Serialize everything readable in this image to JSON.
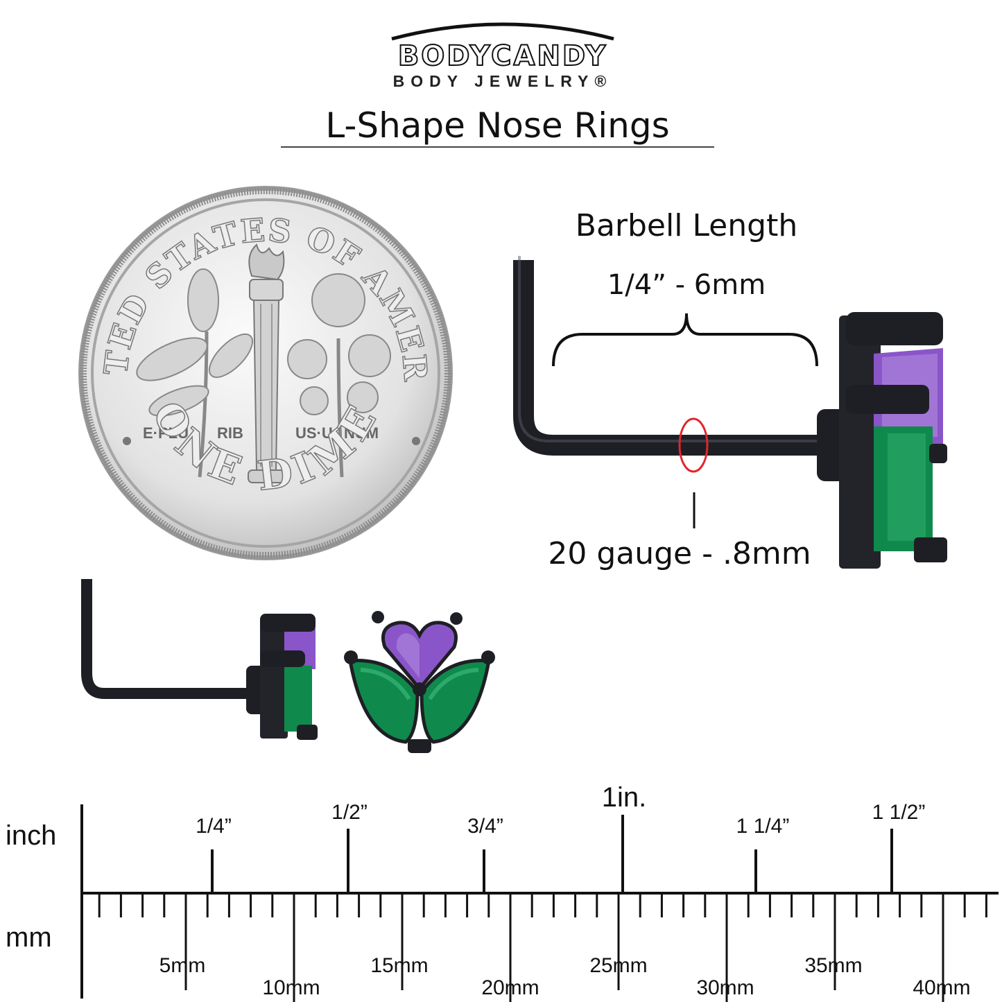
{
  "brand": {
    "name": "BODYCANDY",
    "subtitle": "BODY JEWELRY®"
  },
  "title": "L-Shape Nose Rings",
  "coin": {
    "top_text": "UNITED STATES OF AMERICA",
    "motto_parts": [
      "E·PLU",
      "RIB",
      "US·U",
      "NUM"
    ],
    "bottom_text": "ONE DIME"
  },
  "annotations": {
    "length_label": "Barbell Length",
    "length_value": "1/4” - 6mm",
    "gauge_label": "20 gauge - .8mm"
  },
  "colors": {
    "metal": "#1e1f24",
    "amethyst": "#8a55c9",
    "emerald": "#0f8a4c",
    "highlight_ring": "#e0262c"
  },
  "ruler": {
    "inch_label": "inch",
    "mm_label": "mm",
    "inch_marks": [
      "1/4”",
      "1/2”",
      "3/4”",
      "1in.",
      "1 1/4”",
      "1 1/2”"
    ],
    "mm_marks": [
      "5mm",
      "10mm",
      "15mm",
      "20mm",
      "25mm",
      "30mm",
      "35mm",
      "40mm"
    ]
  }
}
